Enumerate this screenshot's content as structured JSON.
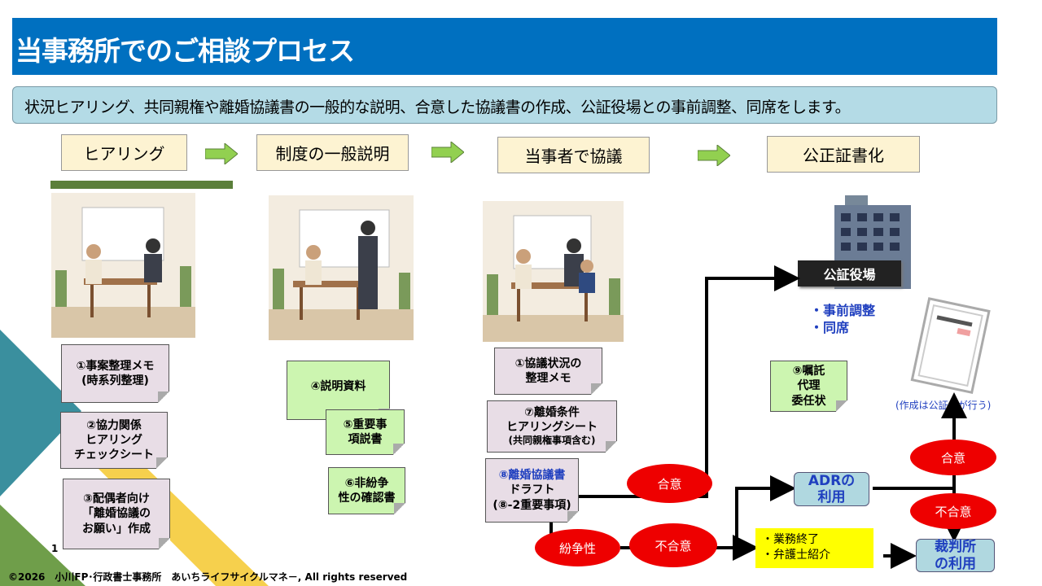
{
  "title": "当事務所でのご相談プロセス",
  "subtitle": "状況ヒアリング、共同親権や離婚協議書の一般的な説明、合意した協議書の作成、公証役場との事前調整、同席をします。",
  "steps": [
    "ヒアリング",
    "制度の一般説明",
    "当事者で協議",
    "公正証書化"
  ],
  "notes_hearing": [
    {
      "l1": "①事案整理メモ",
      "l2": "(時系列整理)"
    },
    {
      "l1": "②協力関係",
      "l2": "ヒアリング",
      "l3": "チェックシート"
    },
    {
      "l1": "③配偶者向け",
      "l2": "「離婚協議の",
      "l3": "お願い」作成"
    }
  ],
  "notes_explain": [
    {
      "l1": "④説明資料"
    },
    {
      "l1": "⑤重要事",
      "l2": "項説書"
    },
    {
      "l1": "⑥非紛争",
      "l2": "性の確認書"
    }
  ],
  "notes_discuss": [
    {
      "l1": "①協議状況の",
      "l2": "整理メモ"
    },
    {
      "l1": "⑦離婚条件",
      "l2": "ヒアリングシート",
      "l3": "(共同親権事項含む)"
    },
    {
      "l1": "⑧離婚協議書",
      "l2": "ドラフト",
      "l3": "(⑧-2重要事項)"
    }
  ],
  "note_proxy": {
    "l1": "⑨嘱託",
    "l2": "代理",
    "l3": "委任状"
  },
  "notary": {
    "label": "公証役場",
    "items": [
      "・事前調整",
      "・同席"
    ],
    "caption": "(作成は公証人が行う)"
  },
  "flow": {
    "agree1": "合意",
    "dispute": "紛争性",
    "disagree1": "不合意",
    "adr_l1": "ADRの",
    "adr_l2": "利用",
    "end_l1": "・業務終了",
    "end_l2": "・弁護士紹介",
    "agree2": "合意",
    "disagree2": "不合意",
    "court_l1": "裁判所",
    "court_l2": "の利用"
  },
  "page_number": "1",
  "footer": "©2026　小川FP･行政書士事務所　あいちライフサイクルマネ－, All rights reserved",
  "colors": {
    "title_bg": "#0070c0",
    "ellipse": "#ee0000",
    "accent_blue": "#1f3fbf"
  }
}
